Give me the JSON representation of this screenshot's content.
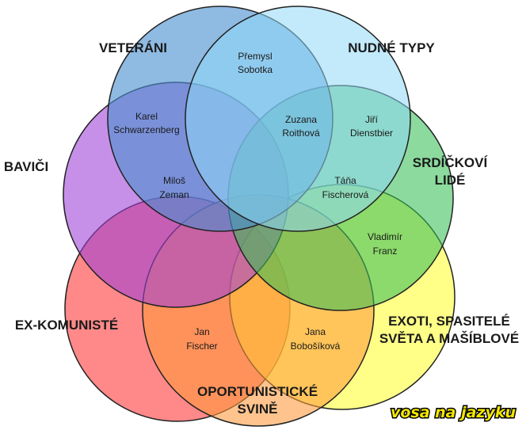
{
  "groups": {
    "veterani": "VETERÁNI",
    "nudne_typy": "NUDNÉ TYPY",
    "bavici": "BAVIČI",
    "srdickovi": [
      "SRDÍČKOVÍ",
      "LIDÉ"
    ],
    "exkomuniste": "EX-KOMUNISTÉ",
    "exoti": [
      "EXOTI, SPASITELÉ",
      "SVĚTA A MAŠÍBLOVÉ"
    ],
    "oportuniste": [
      "OPORTUNISTICKÉ",
      "SVINĚ"
    ]
  },
  "candidates": {
    "sobotka": [
      "Přemysl",
      "Sobotka"
    ],
    "schwarzenberg": [
      "Karel",
      "Schwarzenberg"
    ],
    "roithova": [
      "Zuzana",
      "Roithová"
    ],
    "dienstbier": [
      "Jiří",
      "Dienstbier"
    ],
    "zeman": [
      "Miloš",
      "Zeman"
    ],
    "fischerova": [
      "Táňa",
      "Fischerová"
    ],
    "franz": [
      "Vladimír",
      "Franz"
    ],
    "fischer": [
      "Jan",
      "Fischer"
    ],
    "bobosikova": [
      "Jana",
      "Bobošíková"
    ]
  },
  "colors": {
    "veterani": "#4a90d0",
    "nudne_typy": "#8fd8f8",
    "bavici": "#9f40d8",
    "srdickovi": "#38c058",
    "exkomuniste": "#ff4040",
    "exoti": "#ffff30",
    "oportuniste": "#ff9a3a"
  },
  "logo": "vosa na jazyku"
}
